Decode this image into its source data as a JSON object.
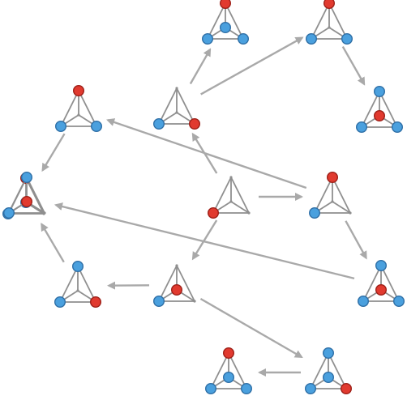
{
  "colors": {
    "background": "#ffffff",
    "edge": "#8f8f8f",
    "arrow": "#a9a9a9",
    "blue_fill": "#4aa0de",
    "blue_stroke": "#2f6fa6",
    "red_fill": "#e13a2f",
    "red_stroke": "#9d2018",
    "vertex_fill": "#8f8f8f"
  },
  "diagram": {
    "description_label": "",
    "states": [
      {
        "id": "s0",
        "blue": [],
        "red": [
          "bl"
        ]
      },
      {
        "id": "s1",
        "blue": [
          "bl"
        ],
        "red": [
          "ce"
        ]
      },
      {
        "id": "s2",
        "blue": [
          "bl",
          "ce",
          "br"
        ],
        "red": [
          "top"
        ]
      },
      {
        "id": "s3",
        "blue": [
          "bl"
        ],
        "red": [
          "br"
        ]
      },
      {
        "id": "s4",
        "blue": [
          "bl",
          "br"
        ],
        "red": [
          "top"
        ]
      },
      {
        "id": "s5",
        "blue": [
          "top",
          "bl",
          "br"
        ],
        "red": [
          "ce"
        ]
      },
      {
        "id": "s6",
        "blue": [
          "bl"
        ],
        "red": [
          "top"
        ]
      },
      {
        "id": "s7",
        "blue": [
          "top",
          "bl"
        ],
        "red": [
          "br"
        ]
      },
      {
        "id": "s8",
        "blue": [
          "bl",
          "ce"
        ],
        "red": [
          "top"
        ]
      },
      {
        "id": "s9",
        "blue": [
          "top",
          "bl",
          "br"
        ],
        "red": [
          "ce"
        ]
      },
      {
        "id": "s10",
        "blue": [
          "bl",
          "ce",
          "br"
        ],
        "red": [
          "top"
        ]
      },
      {
        "id": "s11",
        "blue": [
          "bl",
          "ce",
          "top"
        ],
        "red": [
          "br"
        ]
      },
      {
        "id": "s12",
        "blue": [
          "bl",
          "br"
        ],
        "red": [
          "top"
        ]
      },
      {
        "id": "s13",
        "blue": [
          "bl",
          "top"
        ],
        "red": [
          "ce"
        ]
      }
    ],
    "transitions": [
      {
        "from": "s0",
        "to": "s1"
      },
      {
        "from": "s0",
        "to": "s3"
      },
      {
        "from": "s0",
        "to": "s6"
      },
      {
        "from": "s3",
        "to": "s2"
      },
      {
        "from": "s3",
        "to": "s4"
      },
      {
        "from": "s4",
        "to": "s5"
      },
      {
        "from": "s1",
        "to": "s7"
      },
      {
        "from": "s7",
        "to": "s8"
      },
      {
        "from": "s1",
        "to": "s11"
      },
      {
        "from": "s11",
        "to": "s10"
      },
      {
        "from": "s6",
        "to": "s12"
      },
      {
        "from": "s12",
        "to": "s13"
      },
      {
        "from": "s6",
        "to": "s9"
      },
      {
        "from": "s9",
        "to": "s8"
      }
    ]
  }
}
